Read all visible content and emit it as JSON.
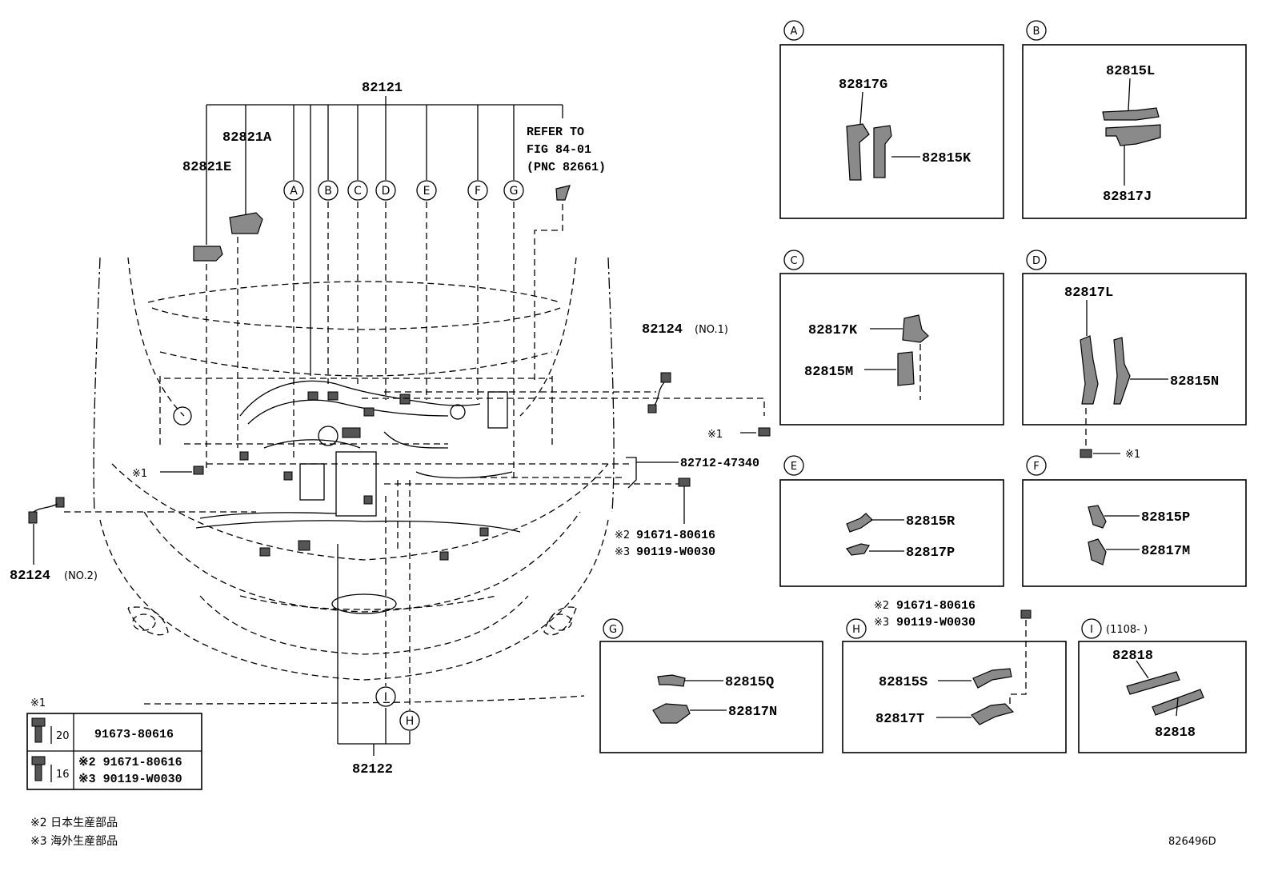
{
  "labels": {
    "p82121": "82121",
    "p82821A": "82821A",
    "p82821E": "82821E",
    "refer1": "REFER TO",
    "refer2": "FIG 84-01",
    "refer3": "(PNC 82661)",
    "p82124": "82124",
    "no1": "(NO.1)",
    "no2": "(NO.2)",
    "p82712": "82712-47340",
    "bolt_a": "91671-80616",
    "bolt_b": "90119-W0030",
    "p82122": "82122",
    "x1": "※1",
    "x2": "※2",
    "x3": "※3"
  },
  "letters": [
    "A",
    "B",
    "C",
    "D",
    "E",
    "F",
    "G",
    "H",
    "I"
  ],
  "insets": {
    "A": [
      "82817G",
      "82815K"
    ],
    "B": [
      "82815L",
      "82817J"
    ],
    "C": [
      "82817K",
      "82815M"
    ],
    "D": [
      "82817L",
      "82815N"
    ],
    "E": [
      "82815R",
      "82817P"
    ],
    "F": [
      "82815P",
      "82817M"
    ],
    "G": [
      "82815Q",
      "82817N"
    ],
    "H": [
      "82815S",
      "82817T"
    ],
    "I": [
      "82818",
      "82818"
    ],
    "I_range": "(1108-      )"
  },
  "legend": {
    "title": "※1",
    "row1_size": "20",
    "row1_part": "91673-80616",
    "row2_size": "16",
    "row2_a": "※2 91671-80616",
    "row2_b": "※3 90119-W0030"
  },
  "footnotes": {
    "n2": "※2 日本生産部品",
    "n3": "※3 海外生産部品"
  },
  "figure_id": "826496D"
}
